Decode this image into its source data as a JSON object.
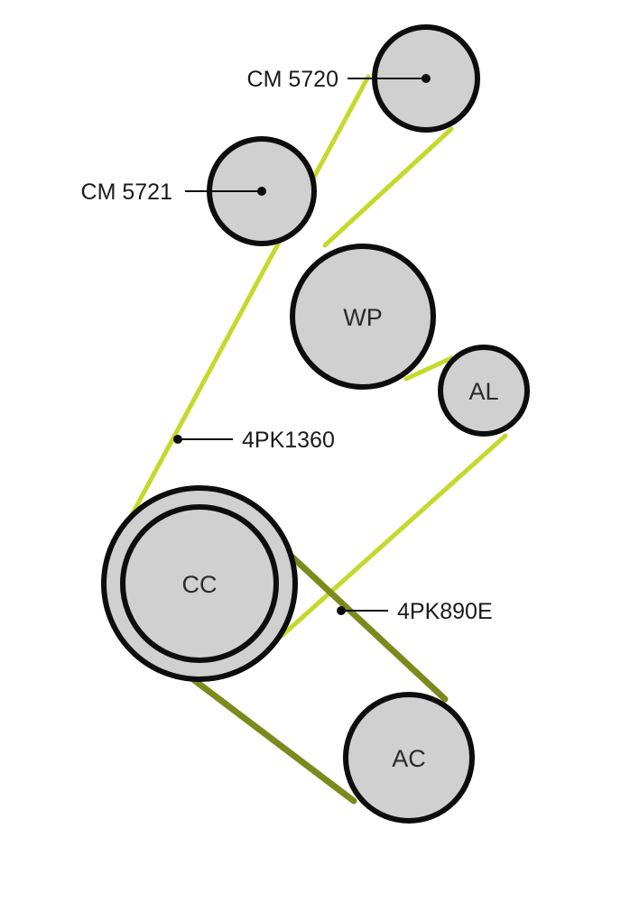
{
  "belts": {
    "main": {
      "label": "4PK1360",
      "color": "#c5d92b"
    },
    "ac": {
      "label": "4PK890E",
      "color": "#7b8a1c"
    }
  },
  "pulleys": {
    "cm5720": {
      "label": "CM 5720"
    },
    "cm5721": {
      "label": "CM 5721"
    },
    "wp": {
      "label": "WP"
    },
    "al": {
      "label": "AL"
    },
    "cc": {
      "label": "CC"
    },
    "ac": {
      "label": "AC"
    }
  },
  "colors": {
    "pulley_fill": "#d0d0d0",
    "pulley_stroke": "#0d0d0d",
    "leader": "#0d0d0d"
  }
}
